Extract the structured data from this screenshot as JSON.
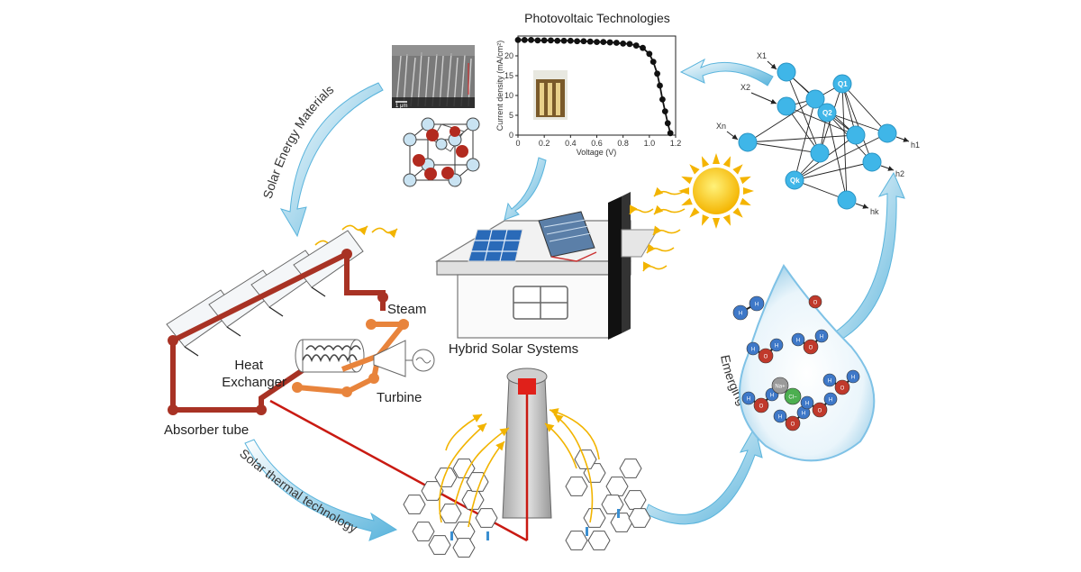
{
  "labels": {
    "photovoltaic": "Photovoltaic Technologies",
    "materials": "Solar Energy Materials",
    "hybrid": "Hybrid Solar Systems",
    "thermal": "Solar thermal technology",
    "emerging": "Emerging solar technologies",
    "steam": "Steam",
    "heat_exchanger_1": "Heat",
    "heat_exchanger_2": "Exchanger",
    "turbine": "Turbine",
    "absorber": "Absorber tube",
    "scale_bar": "1 μm"
  },
  "network": {
    "inputs": [
      "X1",
      "X2",
      "Xn"
    ],
    "hidden": [
      "Q1",
      "Q2",
      "Qk"
    ],
    "outputs": [
      "h1",
      "h2",
      "hk"
    ]
  },
  "molecules": {
    "hydrogen": "H",
    "oxygen": "O",
    "sodium": "Na+",
    "chloride": "Cl−"
  },
  "chart_data": {
    "type": "line",
    "title": "Photovoltaic Technologies",
    "xlabel": "Voltage (V)",
    "ylabel": "Current density (mA/cm²)",
    "xlim": [
      0,
      1.2
    ],
    "ylim": [
      0,
      25
    ],
    "xticks": [
      "0",
      "0.2",
      "0.4",
      "0.6",
      "0.8",
      "1.0",
      "1.2"
    ],
    "yticks": [
      "0",
      "5",
      "10",
      "15",
      "20"
    ],
    "x": [
      0,
      0.05,
      0.1,
      0.15,
      0.2,
      0.25,
      0.3,
      0.35,
      0.4,
      0.45,
      0.5,
      0.55,
      0.6,
      0.65,
      0.7,
      0.75,
      0.8,
      0.85,
      0.9,
      0.95,
      1.0,
      1.03,
      1.06,
      1.08,
      1.1,
      1.12,
      1.14,
      1.16
    ],
    "y": [
      24.0,
      24.0,
      24.0,
      23.9,
      23.9,
      23.9,
      23.8,
      23.8,
      23.8,
      23.7,
      23.7,
      23.6,
      23.5,
      23.5,
      23.4,
      23.3,
      23.1,
      23.0,
      22.6,
      22.0,
      20.5,
      18.5,
      15.5,
      12.5,
      9.0,
      6.0,
      3.0,
      0.5
    ],
    "grid": false
  }
}
